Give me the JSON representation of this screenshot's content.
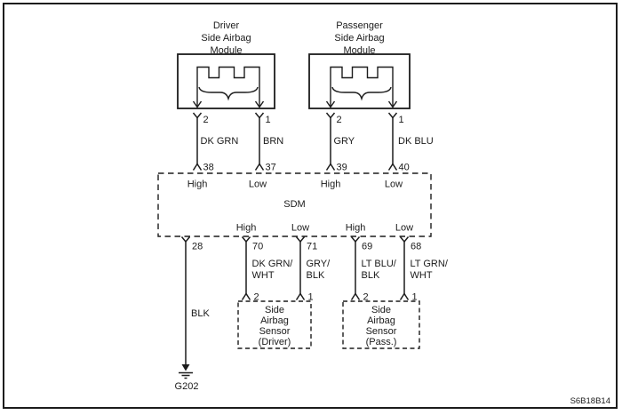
{
  "colors": {
    "line": "#1c1c1c",
    "background": "#ffffff"
  },
  "modules": [
    {
      "title": [
        "Driver",
        "Side Airbag",
        "Module"
      ]
    },
    {
      "title": [
        "Passenger",
        "Side Airbag",
        "Module"
      ]
    }
  ],
  "top_circuits": [
    {
      "module_pin": "2",
      "wire_color": "DK GRN",
      "sdm_pin": "38",
      "signal": "High"
    },
    {
      "module_pin": "1",
      "wire_color": "BRN",
      "sdm_pin": "37",
      "signal": "Low"
    },
    {
      "module_pin": "2",
      "wire_color": "GRY",
      "sdm_pin": "39",
      "signal": "High"
    },
    {
      "module_pin": "1",
      "wire_color": "DK BLU",
      "sdm_pin": "40",
      "signal": "Low"
    }
  ],
  "sdm": {
    "label": "SDM"
  },
  "bottom_circuits": [
    {
      "sdm_pin": "28",
      "signal": "",
      "wire_color_line1": "BLK",
      "wire_color_line2": "",
      "sensor_pin": ""
    },
    {
      "sdm_pin": "70",
      "signal": "High",
      "wire_color_line1": "DK GRN/",
      "wire_color_line2": "WHT",
      "sensor_pin": "2"
    },
    {
      "sdm_pin": "71",
      "signal": "Low",
      "wire_color_line1": "GRY/",
      "wire_color_line2": "BLK",
      "sensor_pin": "1"
    },
    {
      "sdm_pin": "69",
      "signal": "High",
      "wire_color_line1": "LT BLU/",
      "wire_color_line2": "BLK",
      "sensor_pin": "2"
    },
    {
      "sdm_pin": "68",
      "signal": "Low",
      "wire_color_line1": "LT GRN/",
      "wire_color_line2": "WHT",
      "sensor_pin": "1"
    }
  ],
  "sensors": [
    {
      "title": [
        "Side",
        "Airbag",
        "Sensor",
        "(Driver)"
      ]
    },
    {
      "title": [
        "Side",
        "Airbag",
        "Sensor",
        "(Pass.)"
      ]
    }
  ],
  "ground": {
    "label": "G202"
  },
  "footer": {
    "code": "S6B18B14"
  }
}
